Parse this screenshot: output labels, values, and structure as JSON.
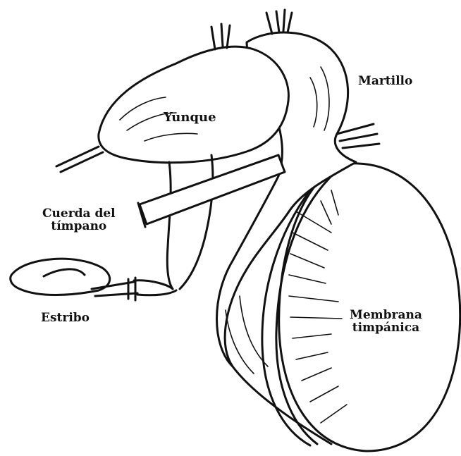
{
  "labels": {
    "yunque": "Yunque",
    "martillo": "Martillo",
    "cuerda_line1": "Cuerda del",
    "cuerda_line2": "tímpano",
    "estribo": "Estribo",
    "membrana_line1": "Membrana",
    "membrana_line2": "timpánica"
  },
  "colors": {
    "ink": "#111111",
    "background": "#ffffff"
  }
}
